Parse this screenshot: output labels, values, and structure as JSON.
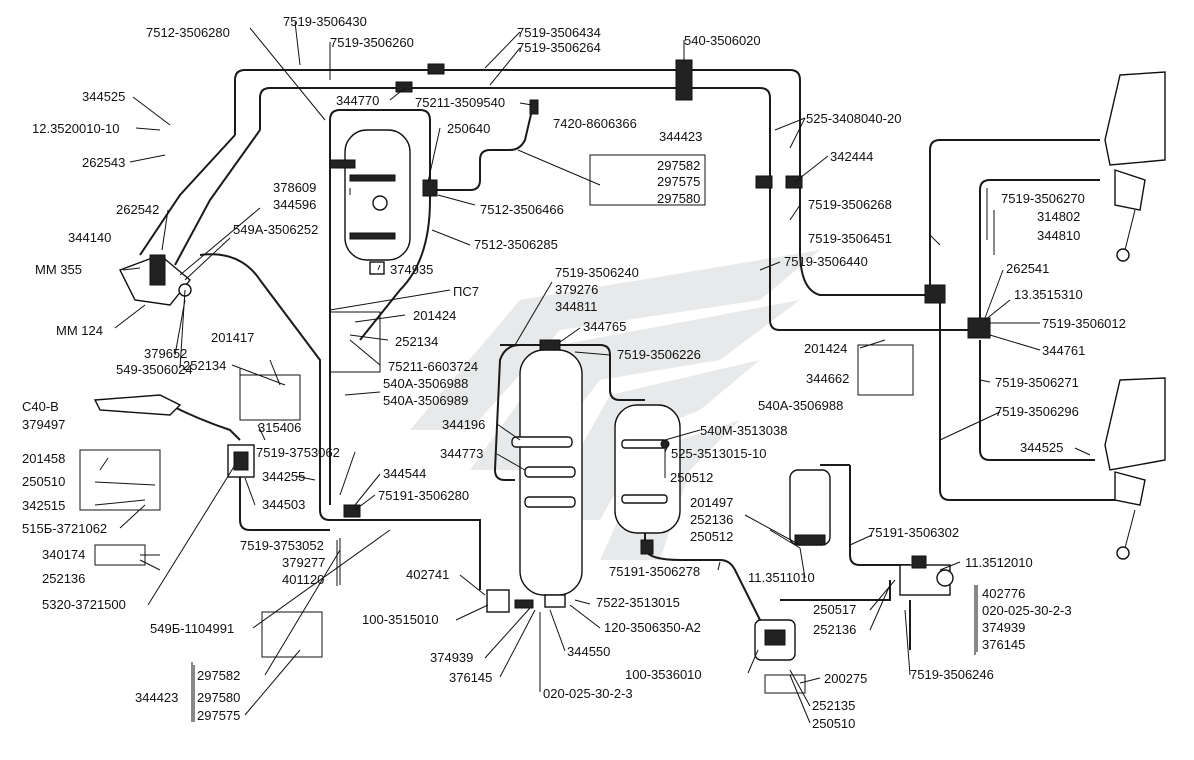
{
  "labels": {
    "l_7512_3506280": "7512-3506280",
    "l_7519_3506430": "7519-3506430",
    "l_7519_3506260": "7519-3506260",
    "l_7519_3506434": "7519-3506434",
    "l_7519_3506264": "7519-3506264",
    "l_540_3506020": "540-3506020",
    "l_344525_a": "344525",
    "l_12_3520010_10": "12.3520010-10",
    "l_262543": "262543",
    "l_344770": "344770",
    "l_75211_3509540": "75211-3509540",
    "l_7420_8606366": "7420-8606366",
    "l_525_3408040_20": "525-3408040-20",
    "l_250640": "250640",
    "l_344423_a": "344423",
    "l_297582_a": "297582",
    "l_297575_a": "297575",
    "l_297580_a": "297580",
    "l_342444": "342444",
    "l_378609": "378609",
    "l_344596": "344596",
    "l_262542": "262542",
    "l_7512_3506466": "7512-3506466",
    "l_7519_3506268": "7519-3506268",
    "l_7519_3506270": "7519-3506270",
    "l_314802": "314802",
    "l_344810": "344810",
    "l_344140": "344140",
    "l_549a_3506252": "549A-3506252",
    "l_7512_3506285": "7512-3506285",
    "l_7519_3506451": "7519-3506451",
    "l_mm355": "MM 355",
    "l_374935": "374935",
    "l_7519_3506440": "7519-3506440",
    "l_262541": "262541",
    "l_pc7": "ПС7",
    "l_7519_3506240": "7519-3506240",
    "l_379276": "379276",
    "l_344811": "344811",
    "l_13_3515310": "13.3515310",
    "l_mm124": "MM 124",
    "l_201424_a": "201424",
    "l_7519_3506012": "7519-3506012",
    "l_379652": "379652",
    "l_252134_a": "252134",
    "l_344765": "344765",
    "l_201417": "201417",
    "l_549_3506024": "549-3506024",
    "l_75211_6603724": "75211-6603724",
    "l_7519_3506226": "7519-3506226",
    "l_201424_b": "201424",
    "l_344761": "344761",
    "l_252134_b": "252134",
    "l_540a_3506988_a": "540A-3506988",
    "l_540a_3506989": "540A-3506989",
    "l_344662": "344662",
    "l_7519_3506271": "7519-3506271",
    "l_c40b": "С40-В",
    "l_379497": "379497",
    "l_540a_3506988_b": "540A-3506988",
    "l_7519_3506296": "7519-3506296",
    "l_344196": "344196",
    "l_540m_3513038": "540M-3513038",
    "l_315406": "315406",
    "l_201458": "201458",
    "l_7519_3753062": "7519-3753062",
    "l_344773": "344773",
    "l_525_3513015_10": "525-3513015-10",
    "l_344525_b": "344525",
    "l_250510_a": "250510",
    "l_344255": "344255",
    "l_344544": "344544",
    "l_250512_a": "250512",
    "l_342515": "342515",
    "l_75191_3506280": "75191-3506280",
    "l_201497": "201497",
    "l_344503": "344503",
    "l_252136_a": "252136",
    "l_5156_3721062": "515Б-3721062",
    "l_250512_b": "250512",
    "l_75191_3506302": "75191-3506302",
    "l_340174": "340174",
    "l_7519_3753052": "7519-3753052",
    "l_379277": "379277",
    "l_252136_b": "252136",
    "l_401120": "401120",
    "l_75191_3506278": "75191-3506278",
    "l_11_3511010": "11.3511010",
    "l_11_3512010": "11.3512010",
    "l_402741": "402741",
    "l_5320_3721500": "5320-3721500",
    "l_7522_3513015": "7522-3513015",
    "l_402776": "402776",
    "l_549b_1104991": "549Б-1104991",
    "l_100_3515010": "100-3515010",
    "l_250517": "250517",
    "l_020_025_30_2_3_a": "020-025-30-2-3",
    "l_120_3506350_a2": "120-3506350-A2",
    "l_252136_c": "252136",
    "l_374939_a": "374939",
    "l_374939_b": "374939",
    "l_376145_a": "376145",
    "l_344550": "344550",
    "l_297582_b": "297582",
    "l_100_3536010": "100-3536010",
    "l_7519_3506246": "7519-3506246",
    "l_344423_b": "344423",
    "l_297580_b": "297580",
    "l_376145_b": "376145",
    "l_200275": "200275",
    "l_020_025_30_2_3_b": "020-025-30-2-3",
    "l_297575_b": "297575",
    "l_252135": "252135",
    "l_250510_b": "250510"
  },
  "icons": {
    "watermark": "brand-logo-watermark",
    "receiver": "air-tank-icon",
    "brake_chamber": "brake-chamber-icon",
    "valve": "valve-icon",
    "bolt": "bolt-icon"
  },
  "colors": {
    "line": "#1a1a1a",
    "watermark": "#dfe2e3",
    "background": "#ffffff"
  }
}
